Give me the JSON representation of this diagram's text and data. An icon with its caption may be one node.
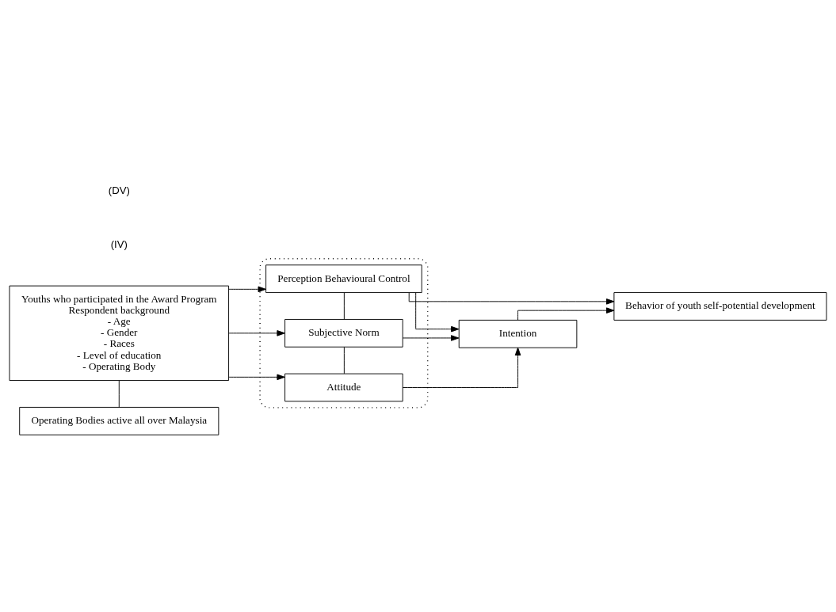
{
  "diagram": {
    "nodes": [
      {
        "text": [
          "Youths who participated in the Award Program",
          "Respondent background",
          "- Age",
          "- Gender",
          "- Races",
          "- Level of education",
          "- Operating Body"
        ]
      },
      {
        "text": [
          "Operating Bodies active all over Malaysia"
        ]
      },
      {
        "text": [],
        "shape": "box"
      },
      {
        "text": [
          "Attitude"
        ],
        "in": 2
      },
      {
        "text": [
          "Subjective Norm"
        ],
        "in": 2
      },
      {
        "text": [
          "Perception Behavioural Control"
        ],
        "in": 2
      },
      {
        "text": [
          "Intention"
        ]
      },
      {
        "text": [
          "Behavior of youth self-potential development"
        ]
      }
    ],
    "edges": [
      {
        "from": 0,
        "to": 1,
        "arrow": "none"
      },
      {
        "from": 0,
        "to": 3,
        "arrow": "to"
      },
      {
        "from": 0,
        "to": 4,
        "arrow": "to"
      },
      {
        "from": 0,
        "to": 5,
        "arrow": "to"
      },
      {
        "from": 3,
        "to": 4,
        "arrow": "none"
      },
      {
        "from": 4,
        "to": 5,
        "arrow": "none"
      },
      {
        "from": 3,
        "to": 6,
        "arrow": "to"
      },
      {
        "from": 4,
        "to": 6,
        "arrow": "to"
      },
      {
        "from": 5,
        "to": 6,
        "arrow": "to"
      },
      {
        "from": 6,
        "to": 7,
        "arrow": "to"
      },
      {
        "from": 5,
        "to": 7,
        "arrow": "to"
      }
    ],
    "labels": [
      "(IV)",
      "(DV)"
    ]
  }
}
